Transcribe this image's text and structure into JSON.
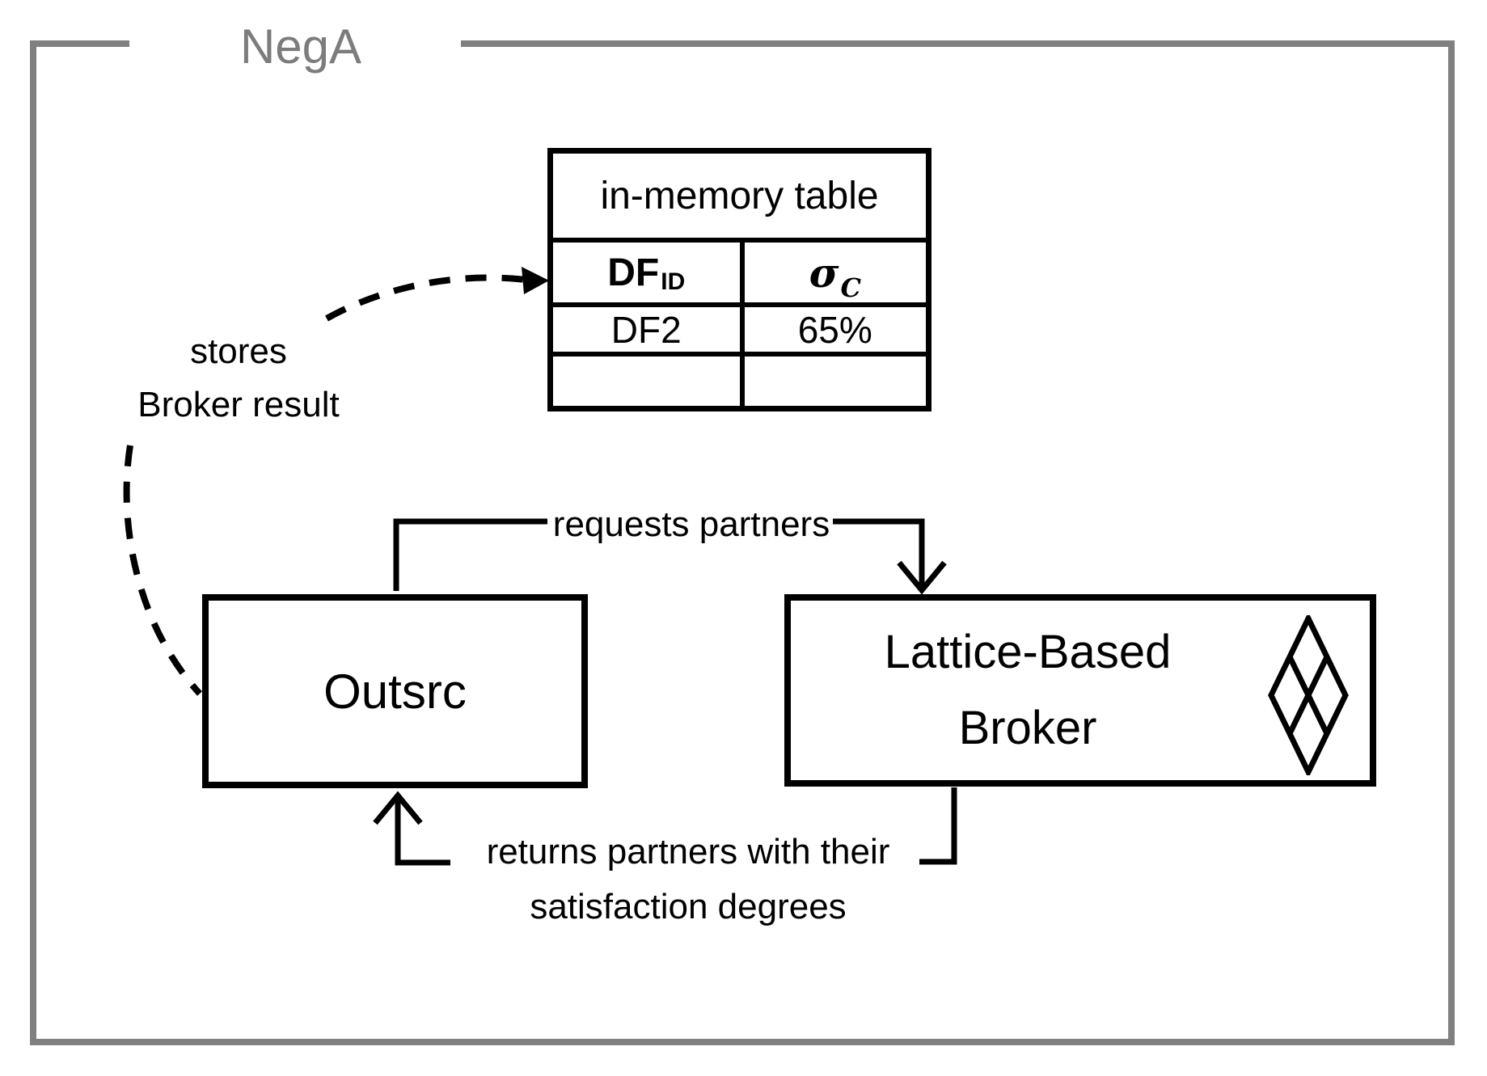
{
  "diagram": {
    "title": "NegA"
  },
  "table": {
    "title": "in-memory table",
    "columns": [
      {
        "name": "DF",
        "subscript": "ID"
      },
      {
        "symbol": "σ",
        "subscript": "C"
      }
    ],
    "rows": [
      {
        "df_id": "DF2",
        "sigma_c": "65%"
      },
      {
        "df_id": "",
        "sigma_c": ""
      }
    ]
  },
  "boxes": {
    "outsrc": {
      "label": "Outsrc"
    },
    "broker": {
      "label_line1": "Lattice-Based",
      "label_line2": "Broker",
      "icon": "lattice-diamond-icon"
    }
  },
  "labels": {
    "stores": {
      "line1": "stores",
      "line2": "Broker result"
    },
    "requests": {
      "text": "requests partners"
    },
    "returns": {
      "line1": "returns partners with their",
      "line2": "satisfaction degrees"
    }
  },
  "colors": {
    "frame": "#808080",
    "title_text": "#7c7c7c",
    "line": "#000000"
  }
}
